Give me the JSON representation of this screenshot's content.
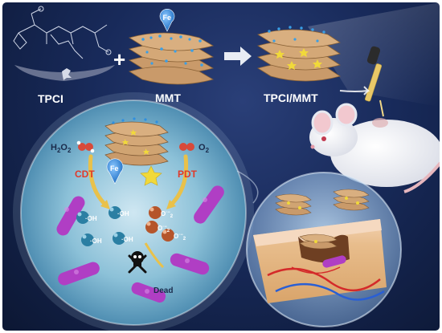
{
  "colors": {
    "background_dark": "#0c1733",
    "background_mid": "#2a3f78",
    "clay_layer": "#c99a6a",
    "fe_marker": "#2f8fe0",
    "tpci_star": "#f1d93a",
    "cdt_label": "#e03a2a",
    "pdt_label": "#e03a2a",
    "bacteria": "#b03ec4",
    "hydroxyl_radical": "#2b7fa3",
    "superoxide": "#b5552b",
    "dead_mark": "#111111",
    "skin_dermis": "#e6c07a",
    "blood_vessel_red": "#d42a2a",
    "blood_vessel_blue": "#2a5fd4"
  },
  "diagram": {
    "top_row": {
      "molecule_label": "TPCI",
      "plus_sign": "+",
      "fe_marker": "Fe",
      "clay_label": "MMT",
      "product_label": "TPCI/MMT"
    },
    "reaction_panel": {
      "left_reactant": {
        "main": "H",
        "sub1": "2",
        "mid": "O",
        "sub2": "2"
      },
      "right_reactant": {
        "main": "O",
        "sub": "2"
      },
      "cdt_label": "CDT",
      "pdt_label": "PDT",
      "fe_marker": "Fe",
      "hydroxyl_radical": "·OH",
      "superoxide_main": "O",
      "superoxide_sup": "·−",
      "superoxide_sub": "2",
      "dead_label": "Dead",
      "skull_icon": "skull-and-crossbones-icon"
    },
    "icons": {
      "fe_pin": "map-pin-icon",
      "star": "star-icon",
      "arrow": "right-arrow-icon",
      "dropper": "dropper-icon",
      "mouse": "mouse-icon"
    }
  }
}
